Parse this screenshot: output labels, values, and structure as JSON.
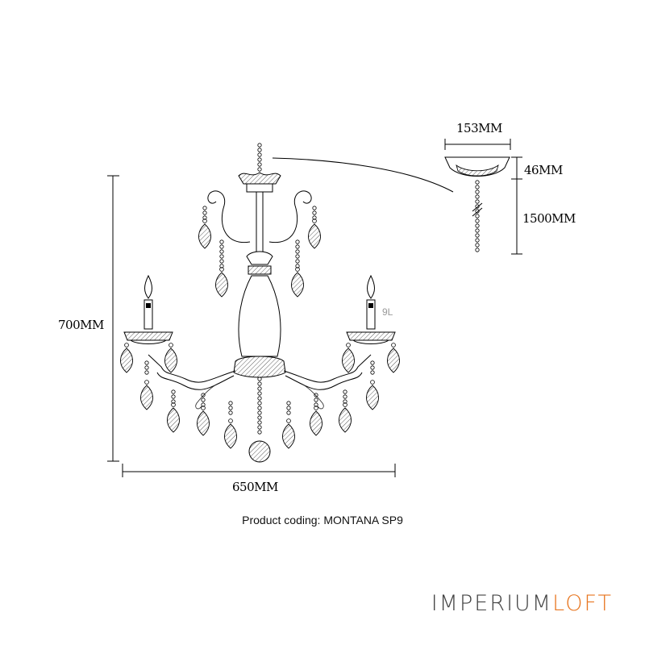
{
  "dimensions": {
    "height": "700MM",
    "width": "650MM",
    "canopy_diameter": "153MM",
    "canopy_height": "46MM",
    "chain_length": "1500MM",
    "lamp_count": "9L"
  },
  "caption": "Product coding: MONTANA SP9",
  "brand": {
    "part1": "IMPERIUM",
    "part2": "LOFT",
    "color_primary": "#444444",
    "color_accent": "#e87722"
  }
}
